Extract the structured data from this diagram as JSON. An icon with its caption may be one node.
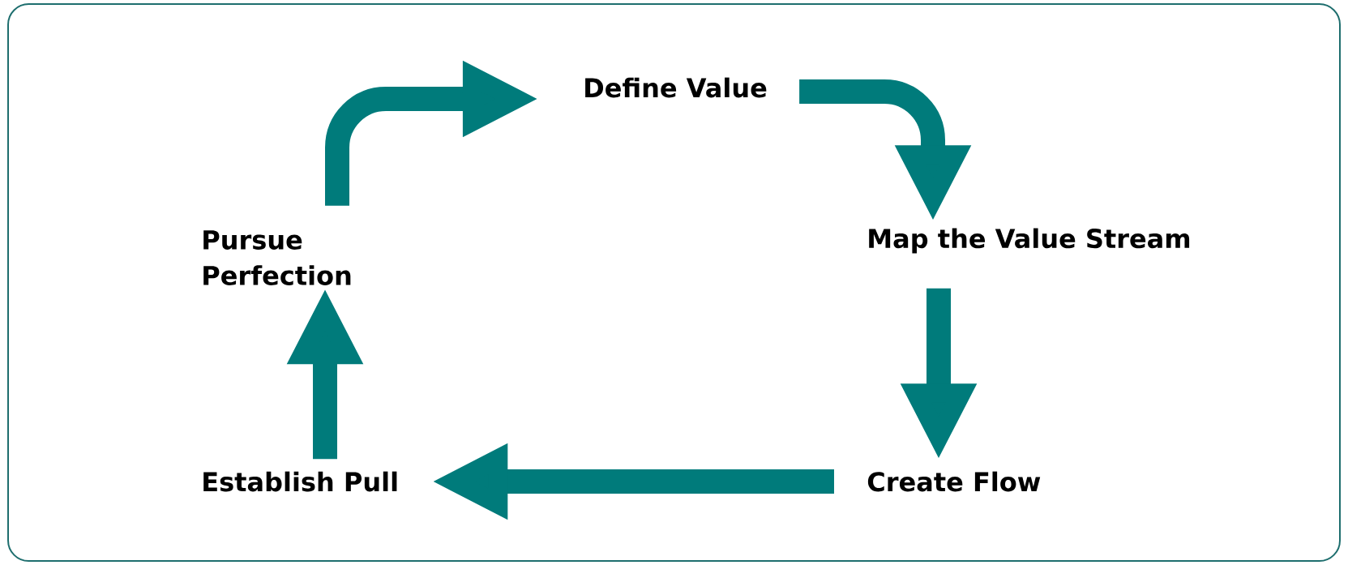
{
  "diagram": {
    "nodes": [
      {
        "text": [
          "Define Value"
        ]
      },
      {
        "text": [
          "Map the Value Stream"
        ]
      },
      {
        "text": [
          "Create Flow"
        ]
      },
      {
        "text": [
          "Establish Pull"
        ]
      },
      {
        "text": [
          "Pursue Perfection"
        ]
      }
    ],
    "edges": [
      {
        "from": 0,
        "to": 1,
        "arrow": "to"
      },
      {
        "from": 1,
        "to": 2,
        "arrow": "to"
      },
      {
        "from": 2,
        "to": 3,
        "arrow": "to"
      },
      {
        "from": 3,
        "to": 4,
        "arrow": "to"
      },
      {
        "from": 4,
        "to": 0,
        "arrow": "to"
      }
    ]
  }
}
